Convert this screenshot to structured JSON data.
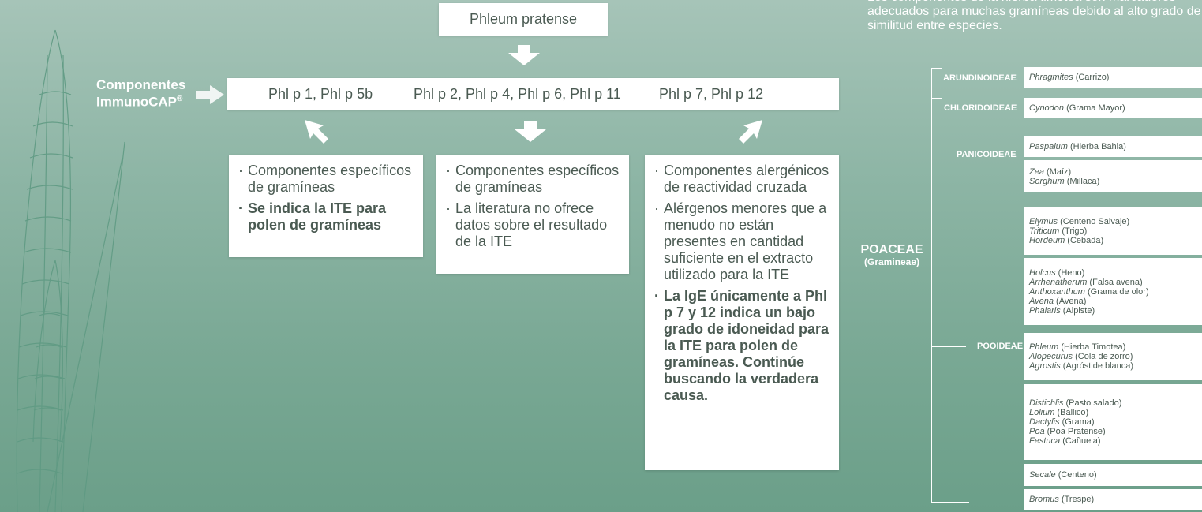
{
  "source": "Phleum pratense",
  "components_label": {
    "line1": "Componentes",
    "line2": "ImmunoCAP",
    "mark": "®"
  },
  "components": [
    "Phl p 1, Phl p 5b",
    "Phl p 2, Phl p 4, Phl p 6, Phl p 11",
    "Phl p 7, Phl p 12"
  ],
  "cards": [
    {
      "items": [
        {
          "text": "Componentes específicos de gramíneas",
          "bold": false
        },
        {
          "text": "Se indica la ITE para polen de gramíneas",
          "bold": true
        }
      ]
    },
    {
      "items": [
        {
          "text": "Componentes específicos de gramíneas",
          "bold": false
        },
        {
          "text": "La literatura no ofrece datos sobre el resultado de la ITE",
          "bold": false
        }
      ]
    },
    {
      "items": [
        {
          "text": "Componentes alergénicos de reactividad cruzada",
          "bold": false
        },
        {
          "text": "Alérgenos menores que a menudo no están presentes en cantidad suficiente en el extracto utilizado para la ITE",
          "bold": false
        },
        {
          "text": "La IgE únicamente a Phl p 7 y 12 indica un bajo grado de idoneidad para la ITE para polen de gramíneas. Continúe buscando la verdadera causa.",
          "bold": true
        }
      ]
    }
  ],
  "intro": "Los componentes de la hierba timotea son marcadores adecuados para muchas gramíneas debido al alto grado de similitud entre especies.",
  "family": {
    "name": "POACEAE",
    "sub": "(Gramineae)"
  },
  "subfamilies": [
    "ARUNDINOIDEAE",
    "CHLORIDOIDEAE",
    "PANICOIDEAE",
    "POOIDEAE"
  ],
  "genus_groups": [
    [
      {
        "g": "Phragmites",
        "c": " (Carrizo)"
      }
    ],
    [
      {
        "g": "Cynodon",
        "c": " (Grama Mayor)"
      }
    ],
    [
      {
        "g": "Paspalum",
        "c": " (Hierba Bahia)"
      }
    ],
    [
      {
        "g": "Zea",
        "c": " (Maíz)"
      },
      {
        "g": "Sorghum",
        "c": " (Millaca)"
      }
    ],
    [
      {
        "g": "Elymus",
        "c": " (Centeno Salvaje)"
      },
      {
        "g": "Triticum",
        "c": " (Trigo)"
      },
      {
        "g": "Hordeum",
        "c": " (Cebada)"
      }
    ],
    [
      {
        "g": "Holcus",
        "c": " (Heno)"
      },
      {
        "g": "Arrhenatherum",
        "c": " (Falsa avena)"
      },
      {
        "g": "Anthoxanthum",
        "c": " (Grama de olor)"
      },
      {
        "g": "Avena",
        "c": " (Avena)"
      },
      {
        "g": "Phalaris",
        "c": " (Alpiste)"
      }
    ],
    [
      {
        "g": "Phleum",
        "c": " (Hierba Timotea)"
      },
      {
        "g": "Alopecurus",
        "c": " (Cola de zorro)"
      },
      {
        "g": "Agrostis",
        "c": " (Agróstide blanca)"
      }
    ],
    [
      {
        "g": "Distichlis",
        "c": " (Pasto salado)"
      },
      {
        "g": "Lolium",
        "c": " (Ballico)"
      },
      {
        "g": "Dactylis",
        "c": " (Grama)"
      },
      {
        "g": "Poa",
        "c": " (Poa Pratense)"
      },
      {
        "g": "Festuca",
        "c": " (Cañuela)"
      }
    ],
    [
      {
        "g": "Secale",
        "c": " (Centeno)"
      }
    ],
    [
      {
        "g": "Bromus",
        "c": " (Trespe)"
      }
    ]
  ]
}
